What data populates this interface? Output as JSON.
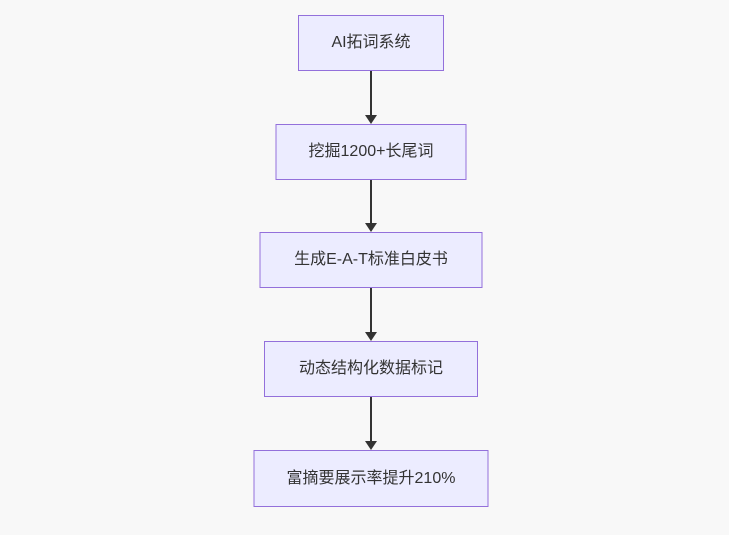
{
  "diagram": {
    "type": "flowchart",
    "direction": "top-down",
    "nodes": [
      {
        "id": "step-1",
        "label": "AI拓词系统"
      },
      {
        "id": "step-2",
        "label": "挖掘1200+长尾词"
      },
      {
        "id": "step-3",
        "label": "生成E-A-T标准白皮书"
      },
      {
        "id": "step-4",
        "label": "动态结构化数据标记"
      },
      {
        "id": "step-5",
        "label": "富摘要展示率提升210%"
      }
    ],
    "edges": [
      {
        "from": "step-1",
        "to": "step-2",
        "style": "arrow-down"
      },
      {
        "from": "step-2",
        "to": "step-3",
        "style": "arrow-down"
      },
      {
        "from": "step-3",
        "to": "step-4",
        "style": "arrow-down"
      },
      {
        "from": "step-4",
        "to": "step-5",
        "style": "arrow-down"
      }
    ],
    "colors": {
      "node_fill": "#ECECFF",
      "node_border": "#9370DB",
      "arrow": "#333333",
      "text": "#333333",
      "background": "#F8F8F8"
    }
  }
}
